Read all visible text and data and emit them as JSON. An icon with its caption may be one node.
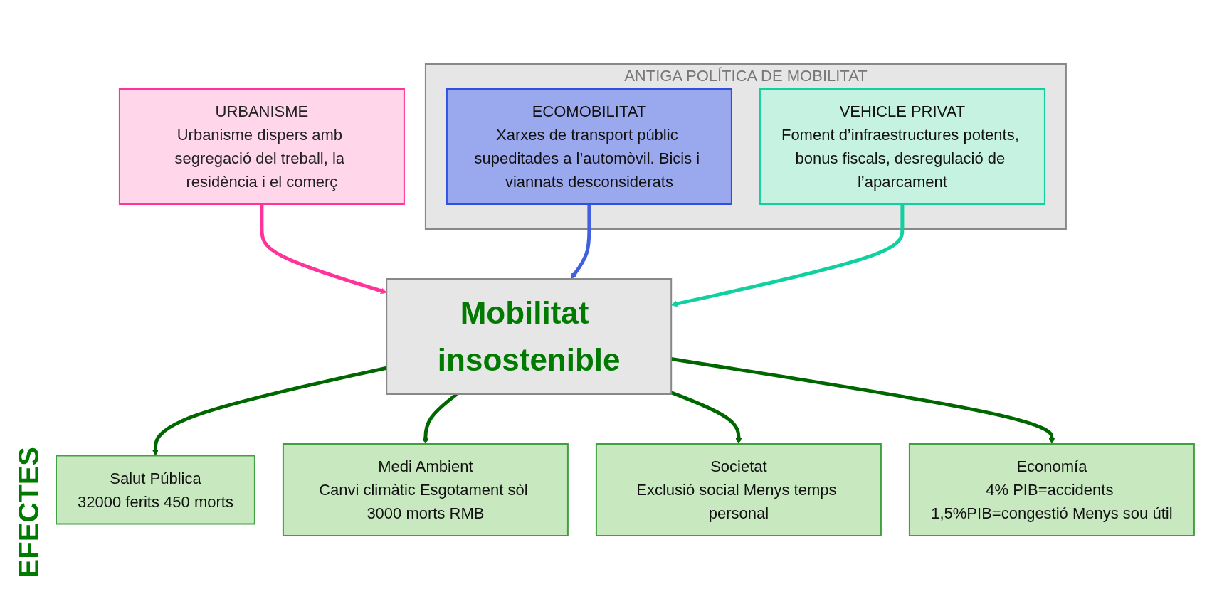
{
  "diagram": {
    "nodes": [
      {
        "text": [
          "URBANISME",
          "Urbanisme dispers amb segregació del treball, la residència i el comerç"
        ]
      },
      {
        "text": [
          "ANTIGA POLÍTICA DE MOBILITAT"
        ]
      },
      {
        "text": [
          "ECOMOBILITAT",
          "Xarxes de transport públic supeditades a l’automòvil. Bicis i viannats desconsiderats"
        ],
        "in": 1
      },
      {
        "text": [
          "VEHICLE PRIVAT",
          "Foment d’infraestructures potents, bonus fiscals, desregulació de l’aparcament"
        ],
        "in": 1
      },
      {
        "text": [
          "Mobilitat insostenible"
        ]
      },
      {
        "text": [
          "Salut Pública",
          "32000 ferits 450 morts"
        ]
      },
      {
        "text": [
          "Medi Ambient",
          "Canvi climàtic Esgotament sòl 3000 morts RMB"
        ]
      },
      {
        "text": [
          "Societat",
          "Exclusió social Menys temps personal"
        ]
      },
      {
        "text": [
          "Economía",
          "4% PIB=accidents 1,5%PIB=congestió Menys sou útil"
        ]
      }
    ],
    "edges": [
      {
        "from": 0,
        "to": 4,
        "arrow": "to",
        "color": "#ff3399"
      },
      {
        "from": 2,
        "to": 4,
        "arrow": "to",
        "color": "#4060e0"
      },
      {
        "from": 3,
        "to": 4,
        "arrow": "to",
        "color": "#10d0a0"
      },
      {
        "from": 4,
        "to": 5,
        "arrow": "to"
      },
      {
        "from": 4,
        "to": 6,
        "arrow": "to"
      },
      {
        "from": 4,
        "to": 7,
        "arrow": "to"
      },
      {
        "from": 4,
        "to": 8,
        "arrow": "to"
      }
    ],
    "labels": [
      "EFECTES"
    ]
  }
}
